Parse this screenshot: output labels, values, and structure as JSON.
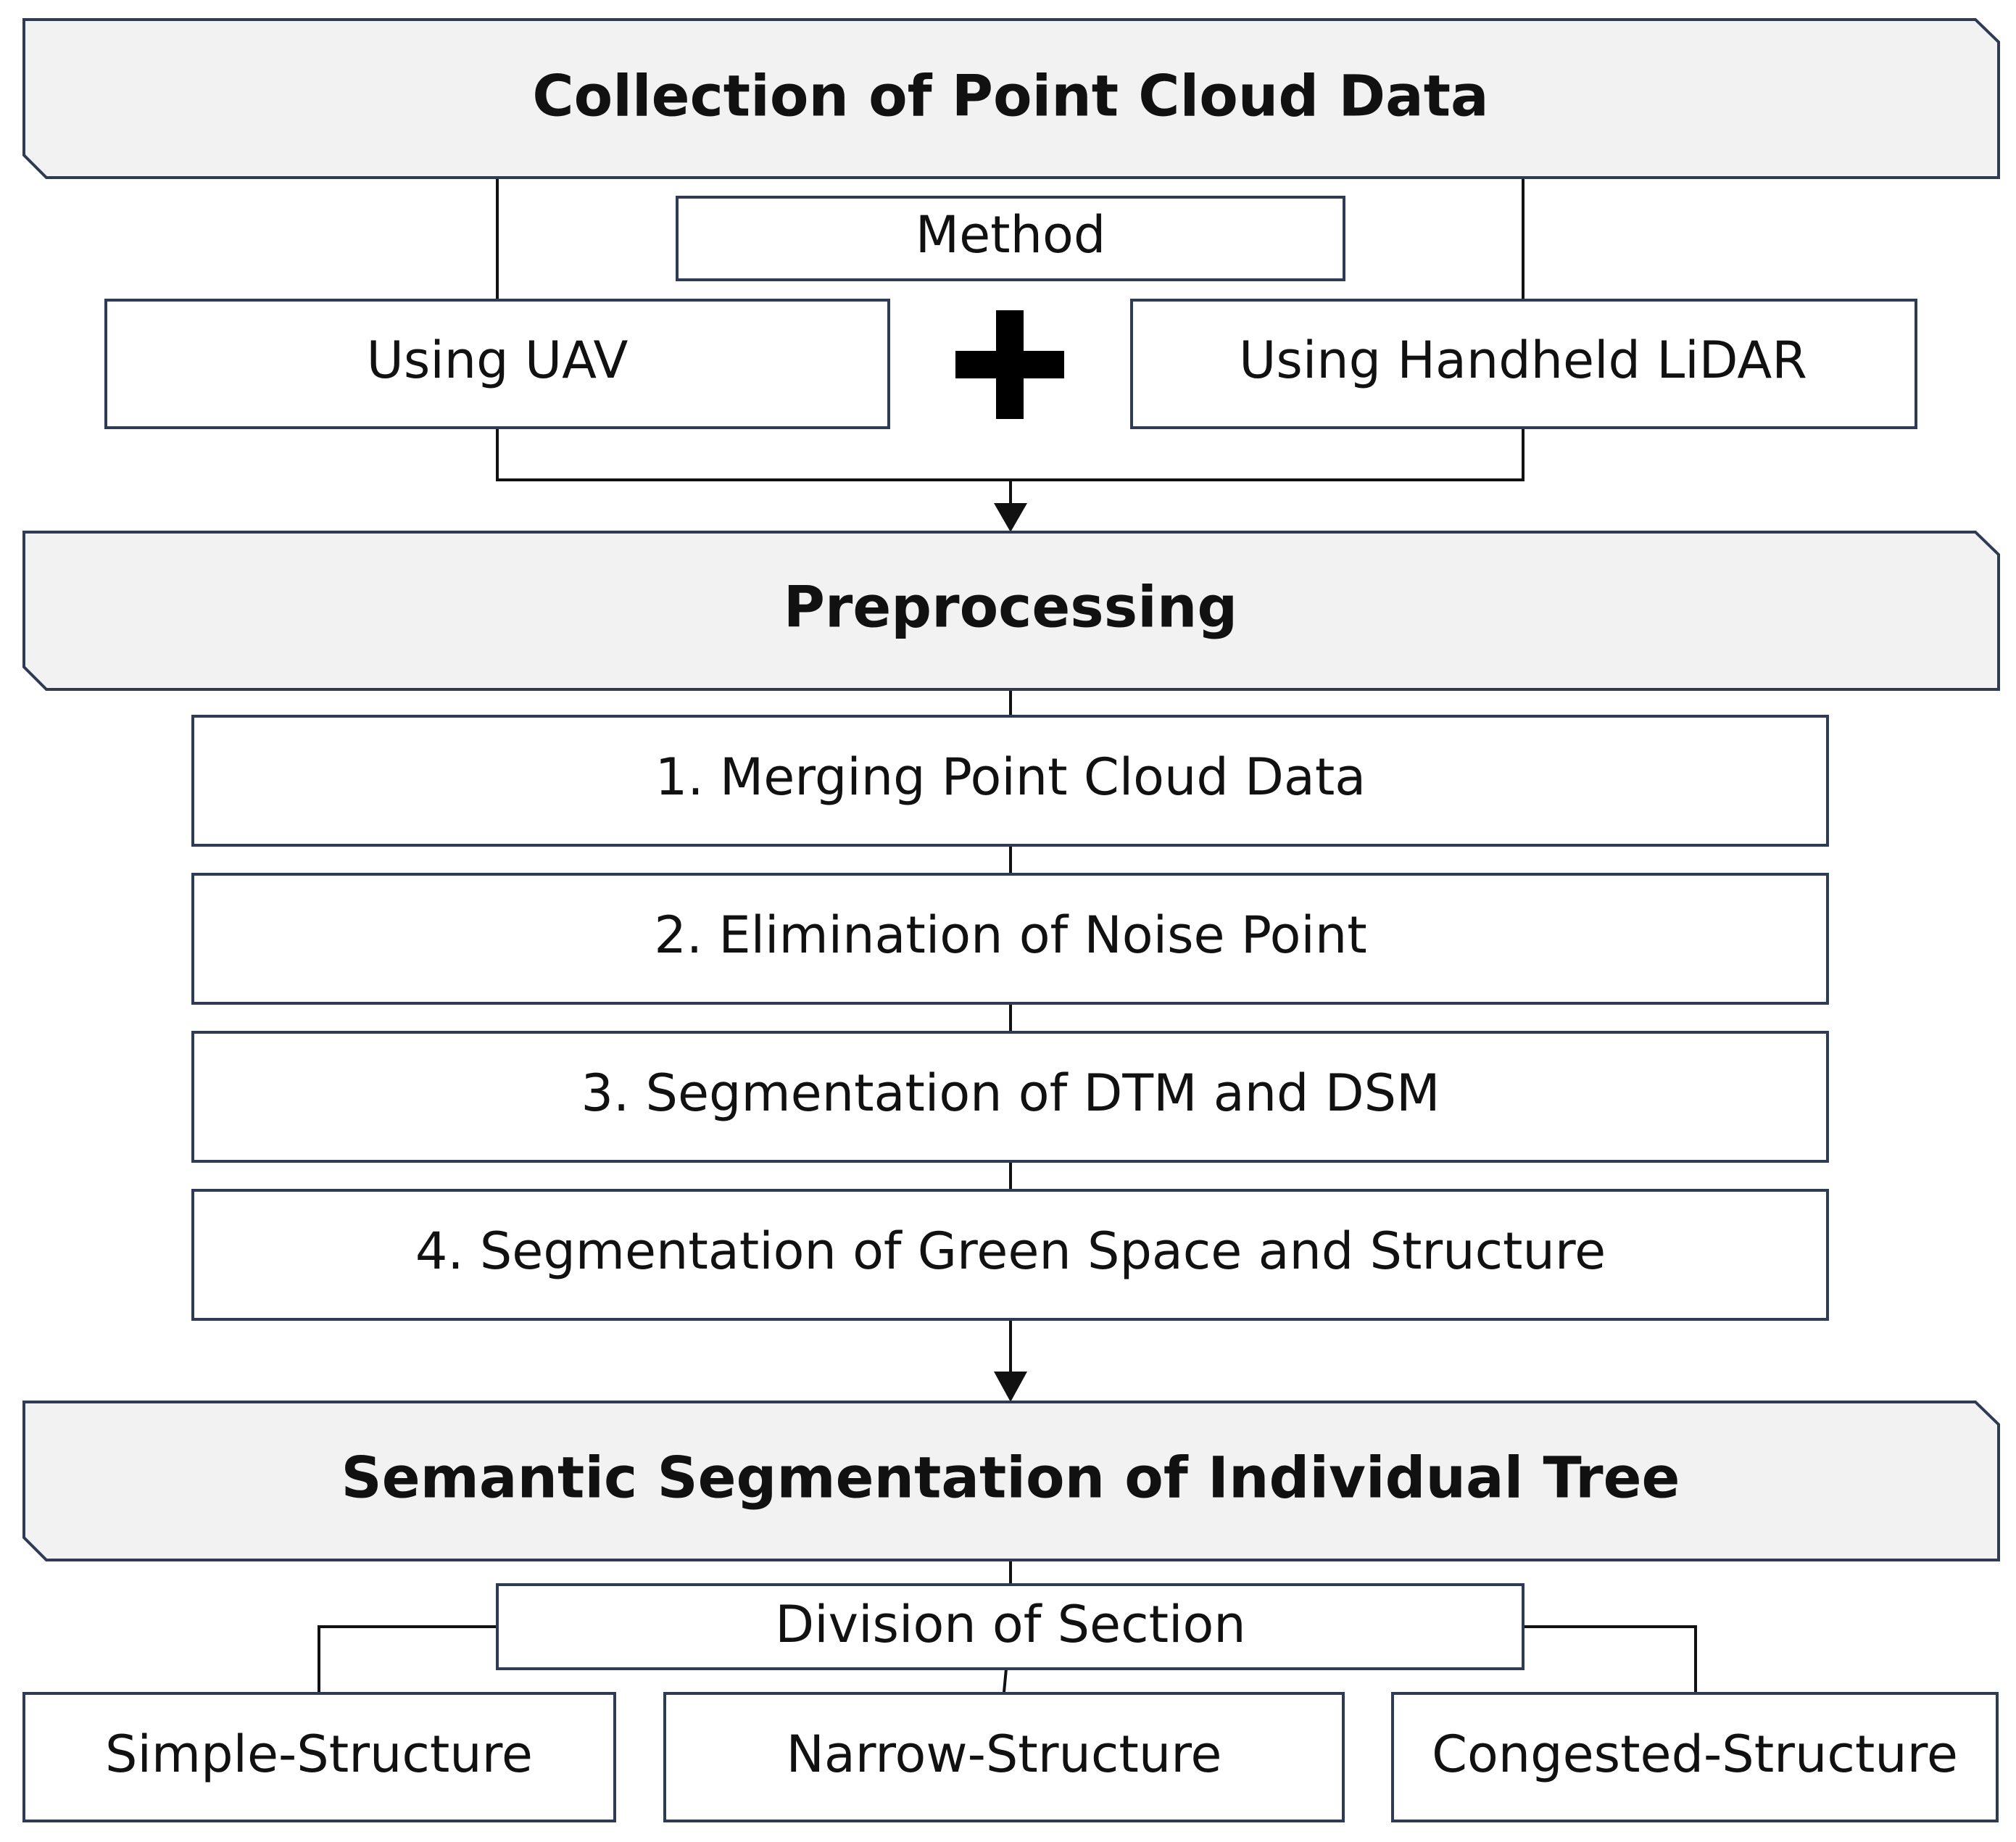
{
  "collection": {
    "title": "Collection of Point Cloud Data",
    "method_label": "Method",
    "options": [
      "Using UAV",
      "Using Handheld LiDAR"
    ]
  },
  "preprocessing": {
    "title": "Preprocessing",
    "steps": [
      "1. Merging Point Cloud Data",
      "2. Elimination of Noise Point",
      "3. Segmentation of DTM and DSM",
      "4. Segmentation of Green Space and Structure"
    ]
  },
  "segmentation": {
    "title": "Semantic Segmentation of Individual Tree",
    "division_label": "Division of Section",
    "sections": [
      "Simple-Structure",
      "Narrow-Structure",
      "Congested-Structure"
    ]
  },
  "colors": {
    "header_fill": "#f2f2f2",
    "border": "#2f3b55",
    "connector": "#111111"
  },
  "icons": {
    "plus": "plus-icon",
    "arrow": "arrow-down-icon"
  }
}
